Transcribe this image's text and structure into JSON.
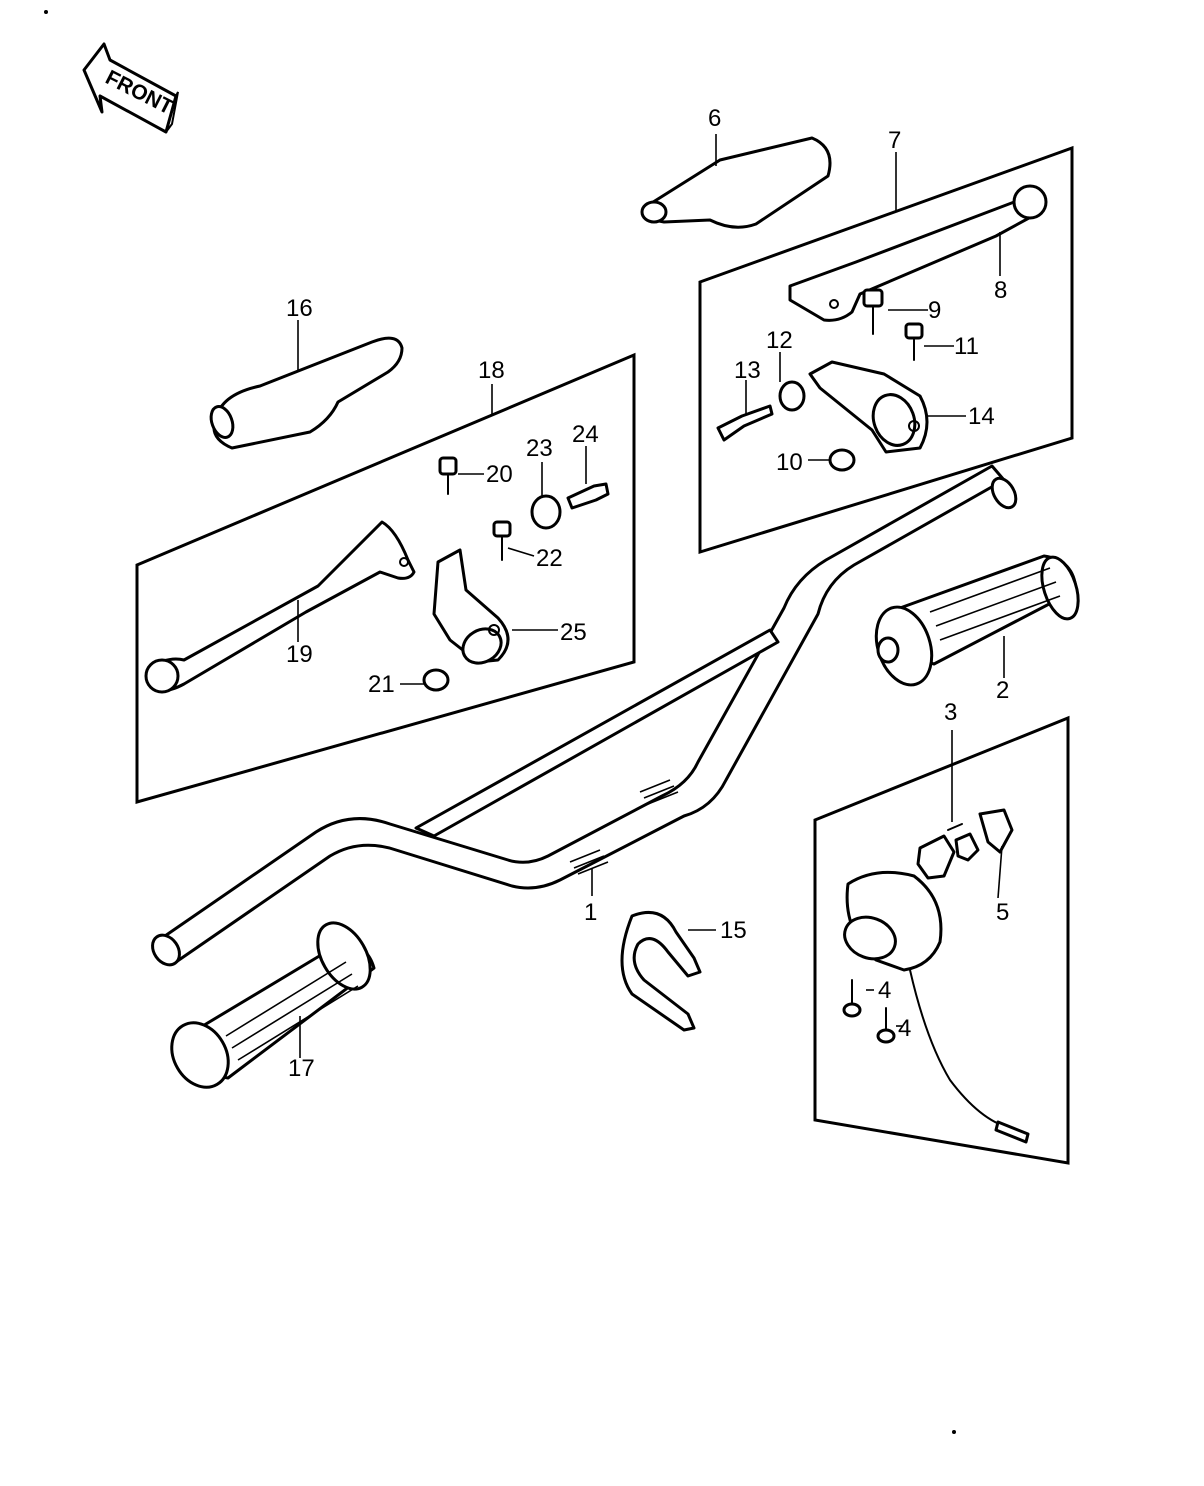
{
  "front_label": "FRONT",
  "parts": [
    {
      "num": "1"
    },
    {
      "num": "2"
    },
    {
      "num": "3"
    },
    {
      "num": "4"
    },
    {
      "num": "4"
    },
    {
      "num": "5"
    },
    {
      "num": "6"
    },
    {
      "num": "7"
    },
    {
      "num": "8"
    },
    {
      "num": "9"
    },
    {
      "num": "10"
    },
    {
      "num": "11"
    },
    {
      "num": "12"
    },
    {
      "num": "13"
    },
    {
      "num": "14"
    },
    {
      "num": "15"
    },
    {
      "num": "16"
    },
    {
      "num": "17"
    },
    {
      "num": "18"
    },
    {
      "num": "19"
    },
    {
      "num": "20"
    },
    {
      "num": "21"
    },
    {
      "num": "22"
    },
    {
      "num": "23"
    },
    {
      "num": "24"
    },
    {
      "num": "25"
    }
  ],
  "colors": {
    "line": "#000000",
    "background": "#ffffff"
  }
}
